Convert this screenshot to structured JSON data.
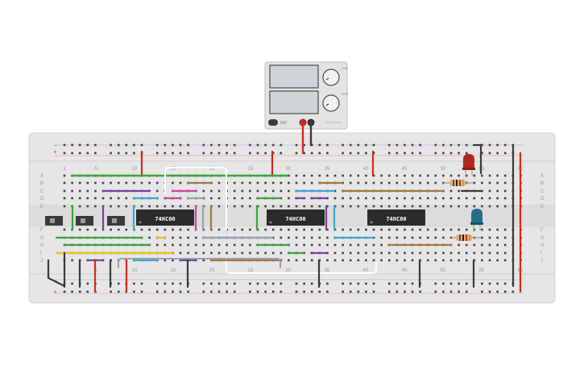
{
  "power_supply": {
    "switch_label": "OFF",
    "knob_labels": [
      "CUR",
      "VOLT"
    ],
    "display_count": 2
  },
  "breadboard": {
    "row_letters_top": [
      "A",
      "B",
      "C",
      "D",
      "E"
    ],
    "row_letters_bottom": [
      "F",
      "G",
      "H",
      "I",
      "J"
    ],
    "column_numbers": [
      "1",
      "5",
      "10",
      "15",
      "20",
      "25",
      "30",
      "35",
      "40",
      "45",
      "50",
      "55",
      "60"
    ],
    "rail_signs_top": [
      "−",
      "+"
    ],
    "rail_signs_bottom": [
      "−",
      "+"
    ]
  },
  "chips": [
    {
      "label": "74HC00"
    },
    {
      "label": "74HC00"
    },
    {
      "label": "74HC00"
    }
  ],
  "components": {
    "slide_switches": 3,
    "leds": [
      {
        "color_name": "red",
        "color": "#b3261e"
      },
      {
        "color_name": "blue",
        "color": "#1f6f8b"
      }
    ],
    "resistors": 2
  },
  "colors": {
    "board": "#e6e6e6",
    "wire_red": "#d6281f",
    "wire_black": "#3a3a3a",
    "wire_green": "#3fa33a",
    "wire_purple": "#7b3fa0",
    "wire_cyan": "#3fa6d9",
    "wire_pink": "#d63fa0",
    "wire_yellow": "#e8c21f",
    "wire_brown": "#a5773f",
    "wire_grey": "#9aa3ad",
    "wire_white": "#ffffff",
    "chip_body": "#2b2b2b"
  }
}
